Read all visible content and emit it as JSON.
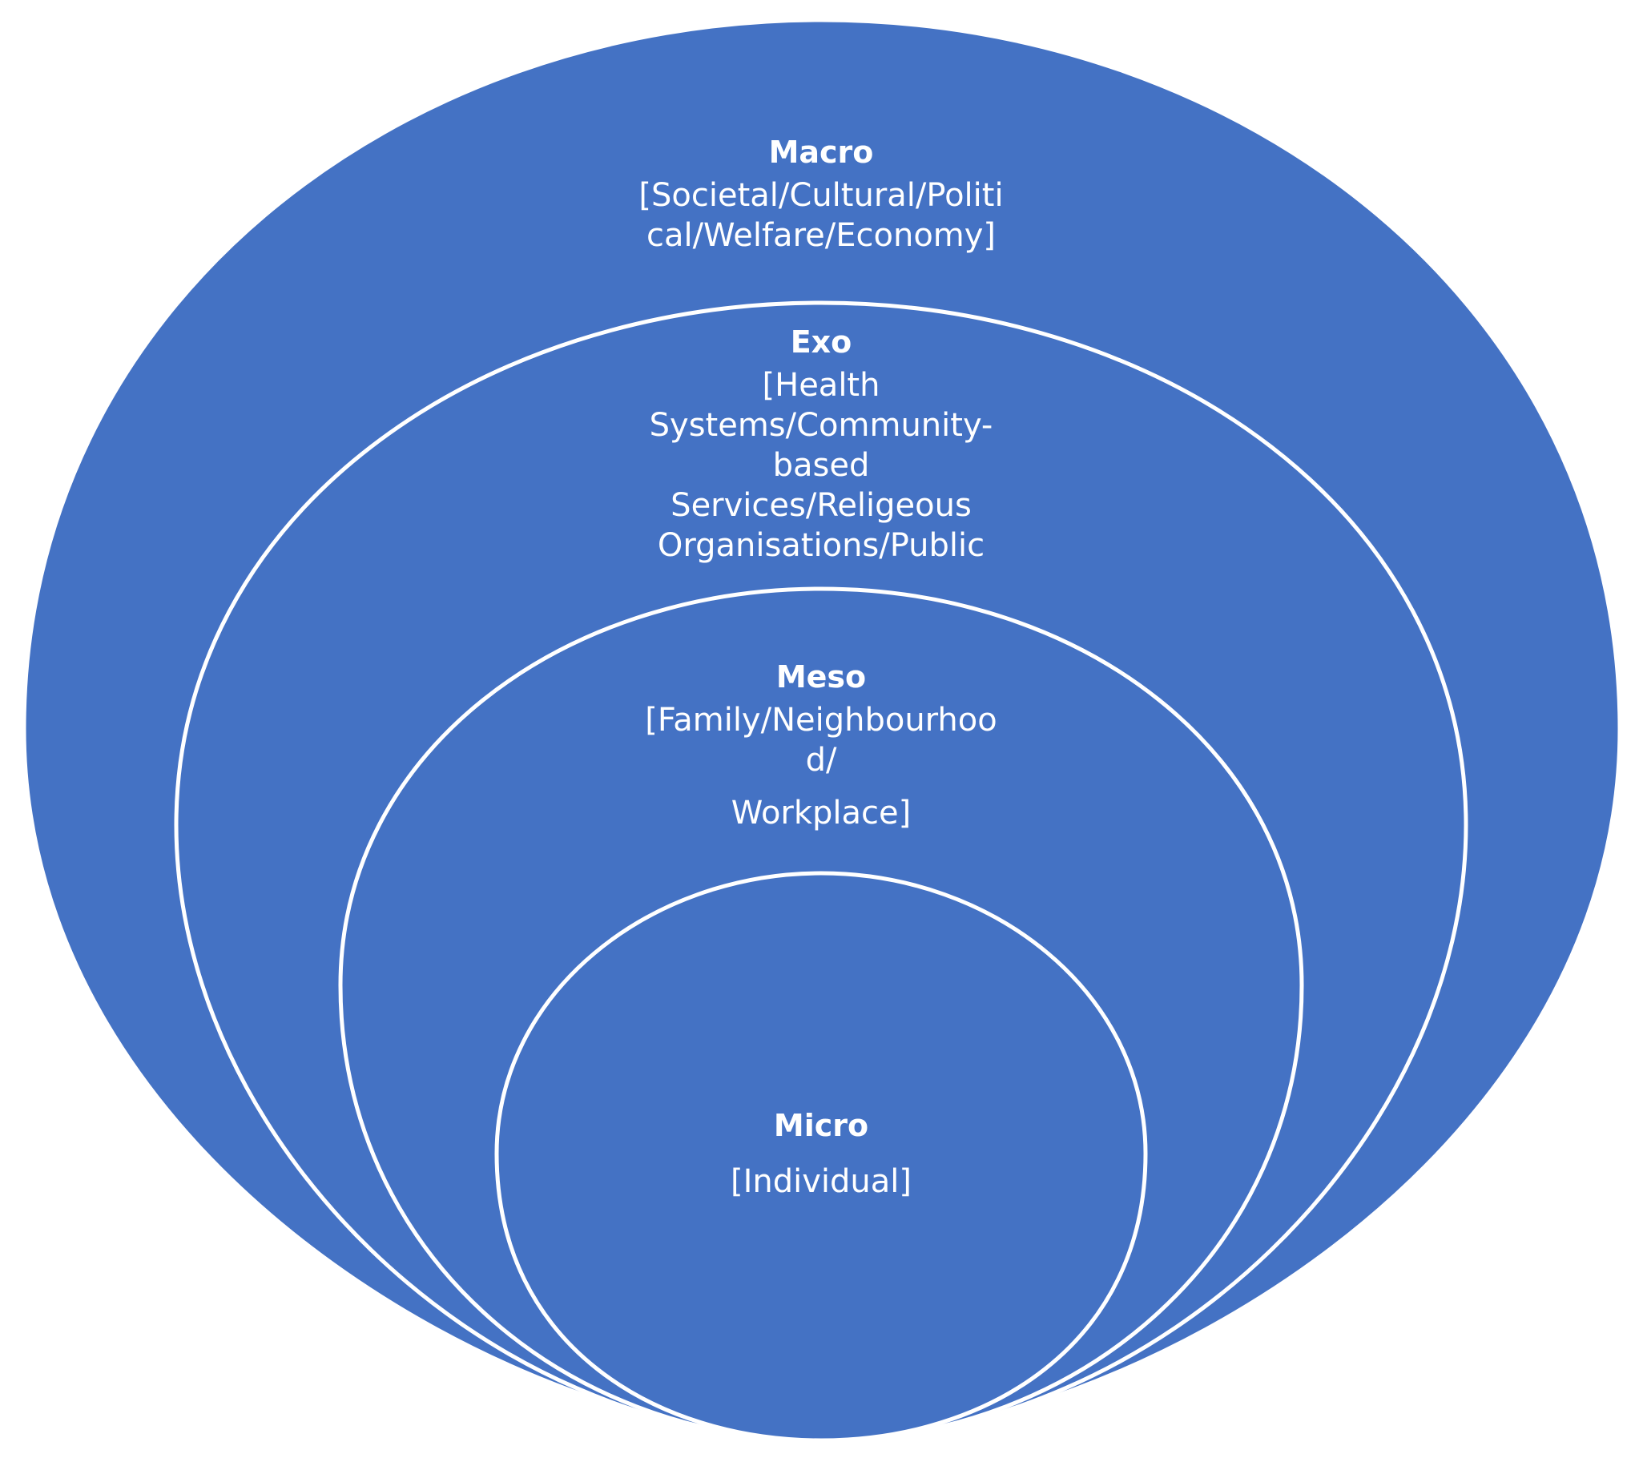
{
  "colors": {
    "fill": "#4472c4",
    "stroke": "#ffffff",
    "text": "#ffffff"
  },
  "levels": [
    {
      "id": "macro",
      "title": "Macro",
      "lines": [
        "[Societal/Cultural/Politi",
        "cal/Welfare/Economy]"
      ]
    },
    {
      "id": "exo",
      "title": "Exo",
      "lines": [
        "[Health",
        "Systems/Community-",
        "based",
        "Services/Religeous",
        "Organisations/Public"
      ]
    },
    {
      "id": "meso",
      "title": "Meso",
      "lines": [
        "[Family/Neighbourhoo",
        "d/",
        "Workplace]"
      ]
    },
    {
      "id": "micro",
      "title": "Micro",
      "lines": [
        "[Individual]"
      ]
    }
  ]
}
